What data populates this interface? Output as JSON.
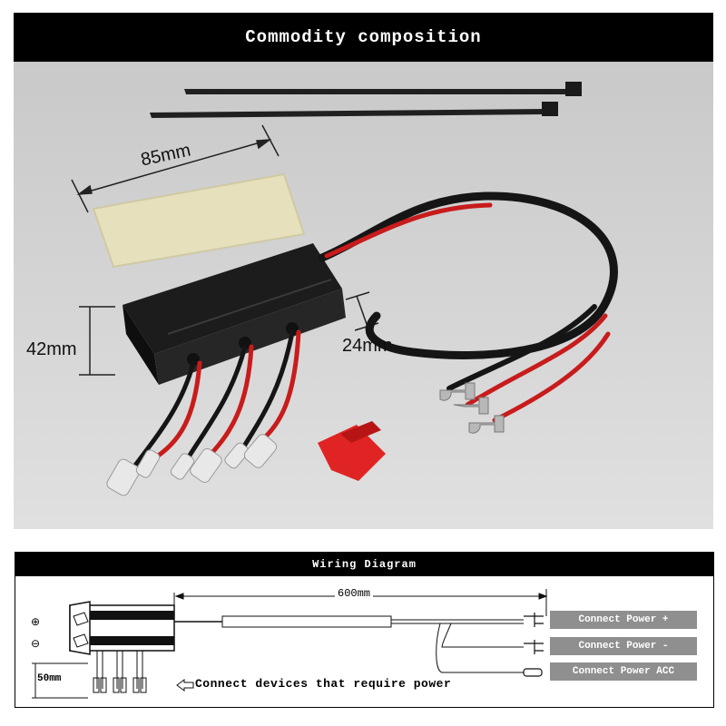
{
  "top_banner": {
    "title": "Commodity composition"
  },
  "photo": {
    "dimensions": {
      "length": "85mm",
      "width": "42mm",
      "height": "24mm"
    }
  },
  "wiring": {
    "title": "Wiring Diagram",
    "cable_length": "600mm",
    "lead_length": "50mm",
    "plus_symbol": "⊕",
    "minus_symbol": "⊖",
    "connect_devices": "Connect devices that require power",
    "outputs": [
      {
        "label": "Connect Power +"
      },
      {
        "label": "Connect Power -"
      },
      {
        "label": "Connect Power ACC"
      }
    ]
  },
  "colors": {
    "banner": "#000000",
    "wire_red": "#d21e1e",
    "tag": "#8f8f8f",
    "photo_bg": "#d4d4d4"
  }
}
